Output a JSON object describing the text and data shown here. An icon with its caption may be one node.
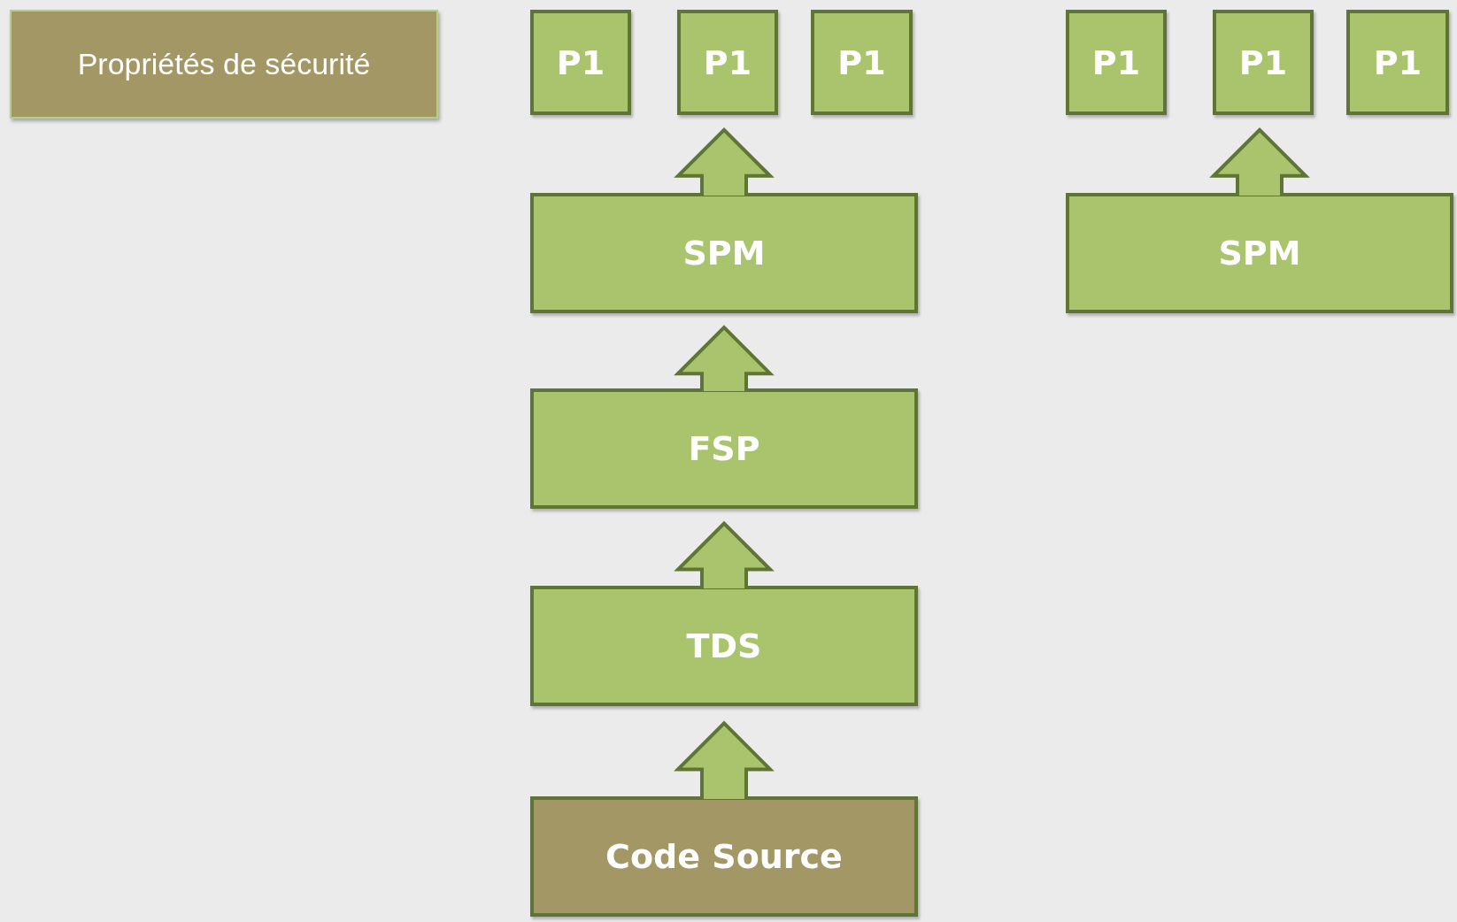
{
  "diagram": {
    "nodes": [
      {
        "text": [
          "Propriétés de sécurité"
        ]
      },
      {
        "text": [
          "P1"
        ]
      },
      {
        "text": [
          "P1"
        ]
      },
      {
        "text": [
          "P1"
        ]
      },
      {
        "text": [
          "P1"
        ]
      },
      {
        "text": [
          "P1"
        ]
      },
      {
        "text": [
          "P1"
        ]
      },
      {
        "text": [
          "SPM"
        ]
      },
      {
        "text": [
          "SPM"
        ]
      },
      {
        "text": [
          "FSP"
        ]
      },
      {
        "text": [
          "TDS"
        ]
      },
      {
        "text": [
          "Code Source"
        ]
      }
    ],
    "edges": [
      {
        "from": 11,
        "to": 10,
        "arrow": "to"
      },
      {
        "from": 10,
        "to": 9,
        "arrow": "to"
      },
      {
        "from": 9,
        "to": 7,
        "arrow": "to"
      },
      {
        "from": 7,
        "to": 2,
        "arrow": "to"
      },
      {
        "from": 8,
        "to": 5,
        "arrow": "to"
      }
    ]
  }
}
